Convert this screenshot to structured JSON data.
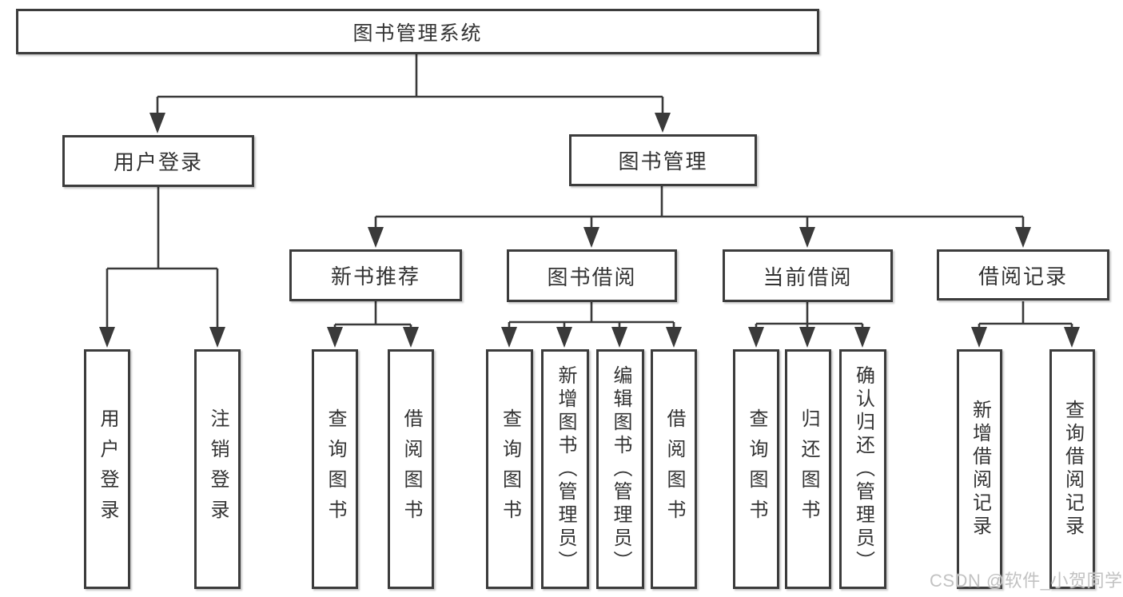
{
  "colors": {
    "line": "#3a3a3a",
    "border": "#3c3c3c",
    "text": "#333333",
    "watermark": "#c2c2c2"
  },
  "tree": {
    "label": "图书管理系统",
    "children": [
      {
        "label": "用户登录",
        "children": [
          {
            "label": "用户登录"
          },
          {
            "label": "注销登录"
          }
        ]
      },
      {
        "label": "图书管理",
        "children": [
          {
            "label": "新书推荐",
            "children": [
              {
                "label": "查询图书"
              },
              {
                "label": "借阅图书"
              }
            ]
          },
          {
            "label": "图书借阅",
            "children": [
              {
                "label": "查询图书"
              },
              {
                "label": "新增图书（管理员）"
              },
              {
                "label": "编辑图书（管理员）"
              },
              {
                "label": "借阅图书"
              }
            ]
          },
          {
            "label": "当前借阅",
            "children": [
              {
                "label": "查询图书"
              },
              {
                "label": "归还图书"
              },
              {
                "label": "确认归还（管理员）"
              }
            ]
          },
          {
            "label": "借阅记录",
            "children": [
              {
                "label": "新增借阅记录"
              },
              {
                "label": "查询借阅记录"
              }
            ]
          }
        ]
      }
    ]
  },
  "watermark": {
    "text": "CSDN @软件_小贺同学"
  }
}
